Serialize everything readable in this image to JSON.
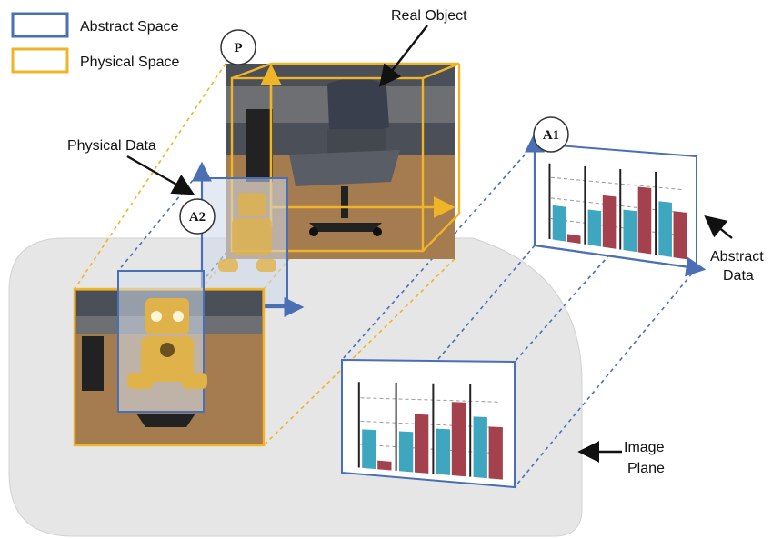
{
  "legend": {
    "abstract": {
      "label": "Abstract Space",
      "color": "#4a6fb5"
    },
    "physical": {
      "label": "Physical Space",
      "color": "#f0b429"
    }
  },
  "labels": {
    "real_object": "Real Object",
    "physical_data": "Physical Data",
    "abstract_data_line1": "Abstract",
    "abstract_data_line2": "Data",
    "image_plane_line1": "Image",
    "image_plane_line2": "Plane"
  },
  "markers": {
    "p": "P",
    "a1": "A1",
    "a2": "A2"
  },
  "colors": {
    "bar_teal": "#3fa6bf",
    "bar_red": "#a3414d",
    "plane": "#e6e6e6"
  },
  "chart_data": {
    "type": "bar",
    "series": [
      {
        "values": [
          45,
          45,
          50,
          65
        ]
      },
      {
        "values": [
          10,
          65,
          80,
          55
        ]
      }
    ],
    "ylim": [
      0,
      100
    ]
  }
}
